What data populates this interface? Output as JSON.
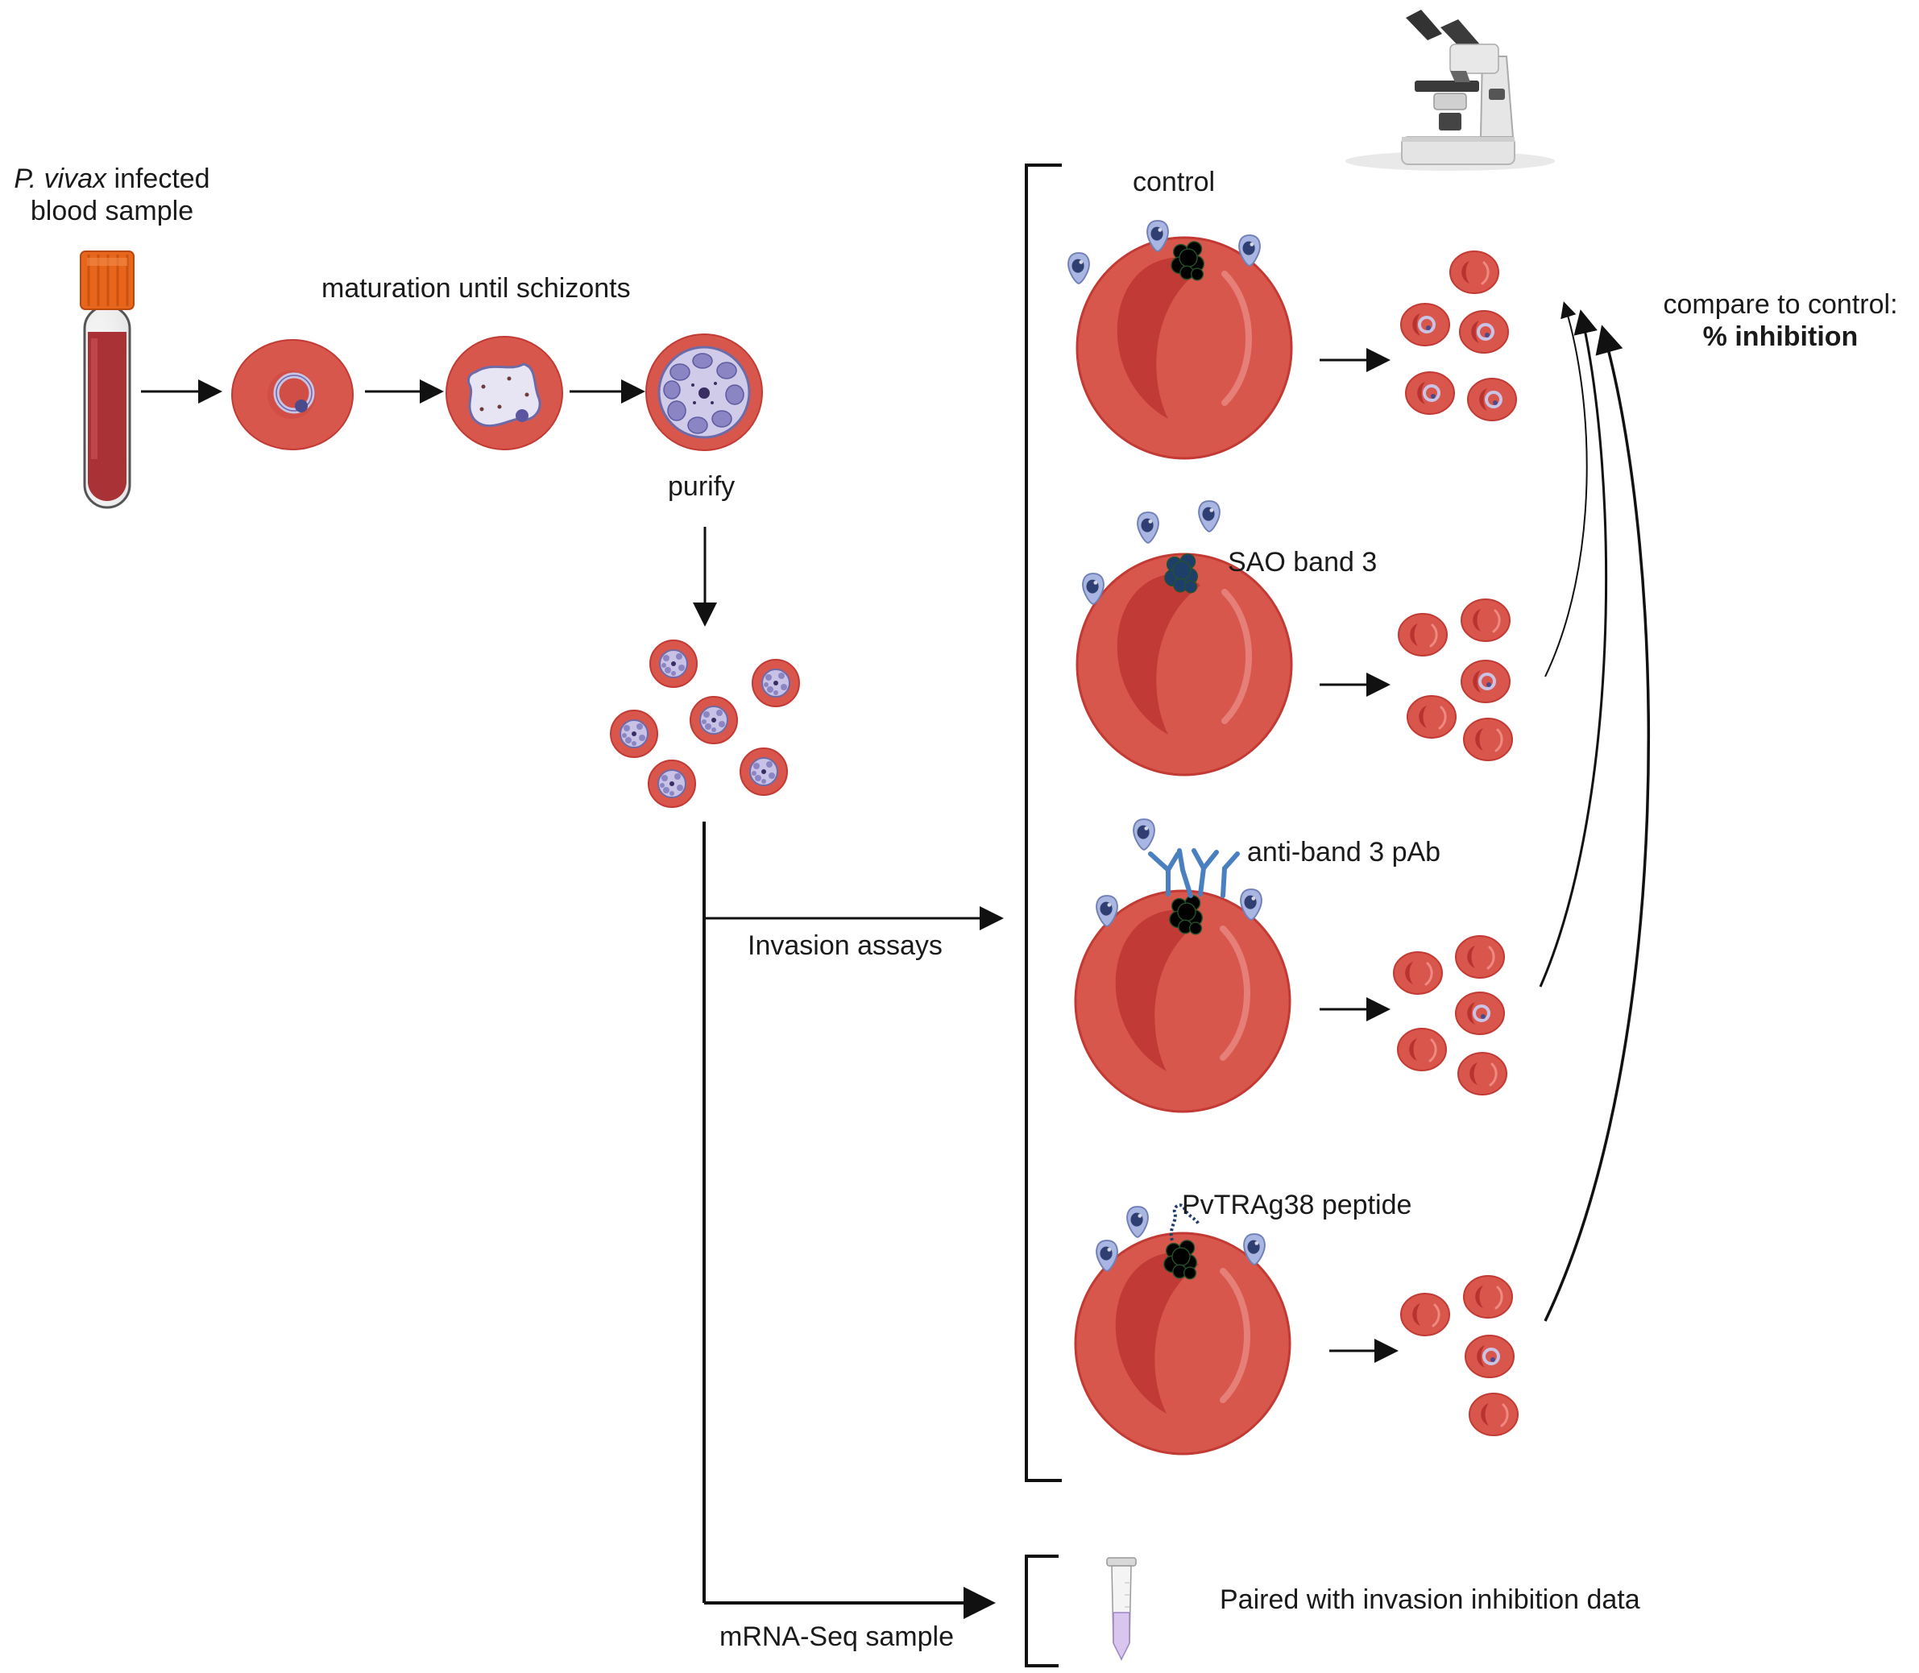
{
  "sample": {
    "species": "P. vivax",
    "line1_rest": " infected",
    "line2": "blood sample"
  },
  "labels": {
    "maturation": "maturation until schizonts",
    "purify": "purify",
    "invasion_assays": "Invasion assays",
    "mrna_seq": "mRNA-Seq sample",
    "paired": "Paired with invasion inhibition data",
    "compare_line1": "compare to control:",
    "compare_line2": "% inhibition"
  },
  "conditions": [
    {
      "label": "control"
    },
    {
      "label": "SAO band 3"
    },
    {
      "label": "anti-band 3 pAb"
    },
    {
      "label": "PvTRAg38 peptide"
    }
  ],
  "colors": {
    "rbc": "#d6584f",
    "rbc_edge": "#c23a33",
    "rbc_dark": "#c13a35",
    "tube_blood": "#a83236",
    "tube_cap": "#e8661c",
    "band3_green": "#3f7a44",
    "band3_blue": "#1f3f6b",
    "antibody": "#4a7fc0",
    "merozoite": "#9aaad8",
    "parasite": "#b9b4db",
    "arrow": "#111111"
  },
  "icons": [
    "blood-tube-icon",
    "microscope-icon",
    "eppendorf-tube-icon"
  ]
}
